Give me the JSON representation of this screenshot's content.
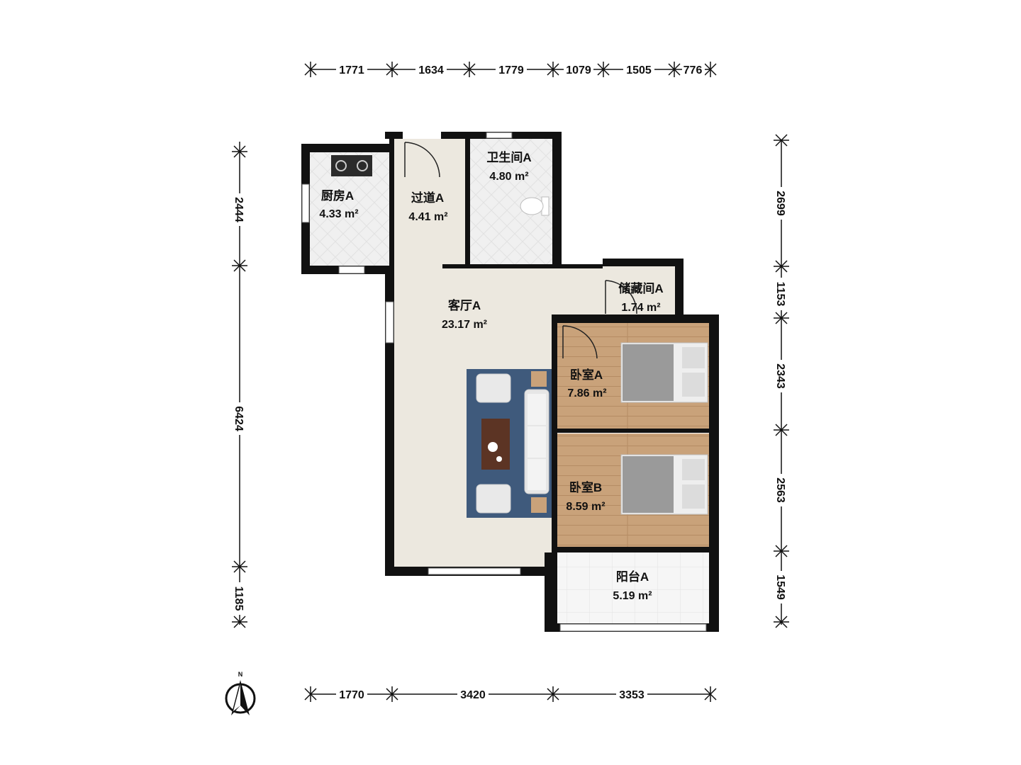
{
  "dimensions": {
    "top": [
      "1771",
      "1634",
      "1779",
      "1079",
      "1505",
      "776"
    ],
    "bottom": [
      "1770",
      "3420",
      "3353"
    ],
    "left": [
      "2444",
      "6424",
      "1185"
    ],
    "right": [
      "2699",
      "1153",
      "2343",
      "2563",
      "1549"
    ]
  },
  "rooms": {
    "kitchen": {
      "name": "厨房A",
      "area": "4.33 m²"
    },
    "corridor": {
      "name": "过道A",
      "area": "4.41 m²"
    },
    "bathroom": {
      "name": "卫生间A",
      "area": "4.80 m²"
    },
    "storage": {
      "name": "储藏间A",
      "area": "1.74 m²"
    },
    "living": {
      "name": "客厅A",
      "area": "23.17 m²"
    },
    "bedroom_a": {
      "name": "卧室A",
      "area": "7.86 m²"
    },
    "bedroom_b": {
      "name": "卧室B",
      "area": "8.59 m²"
    },
    "balcony": {
      "name": "阳台A",
      "area": "5.19 m²"
    }
  },
  "compass": {
    "label": "N"
  },
  "colors": {
    "wall": "#111111",
    "living_floor": "#ece8df",
    "wood_floor": "#c9a27a",
    "tile_floor": "#eeeeee",
    "rug": "#3f5a7c"
  }
}
